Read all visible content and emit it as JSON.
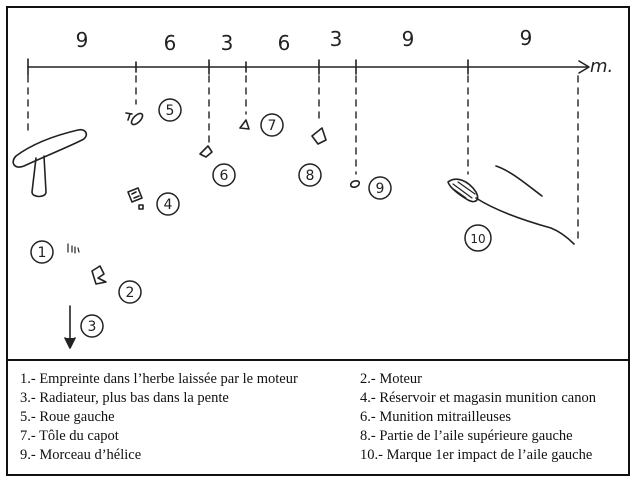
{
  "segments": [
    "9",
    "6",
    "3",
    "6",
    "3",
    "9",
    "9"
  ],
  "unit_label": "m.",
  "markers": [
    "1",
    "2",
    "3",
    "4",
    "5",
    "6",
    "7",
    "8",
    "9",
    "10"
  ],
  "legend": [
    [
      "1.- Empreinte dans l’herbe laissée par le moteur",
      "2.- Moteur"
    ],
    [
      "3.- Radiateur, plus bas dans la pente",
      "4.- Réservoir et magasin munition canon"
    ],
    [
      "5.- Roue gauche",
      "6.- Munition mitrailleuses"
    ],
    [
      "7.- Tôle du capot",
      "8.- Partie de l’aile supérieure gauche"
    ],
    [
      "9.- Morceau d’hélice",
      "10.- Marque 1er impact de l’aile gauche"
    ]
  ]
}
